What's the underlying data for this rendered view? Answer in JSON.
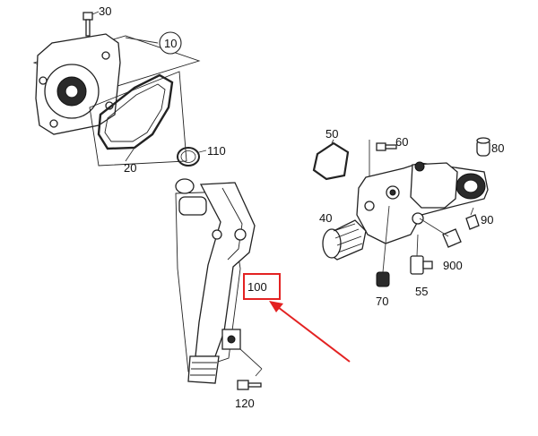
{
  "callouts": {
    "c30": "30",
    "c10": "10",
    "c20": "20",
    "c110": "110",
    "c50": "50",
    "c60": "60",
    "c80": "80",
    "c40": "40",
    "c90": "90",
    "c900": "900",
    "c70": "70",
    "c55": "55",
    "c100": "100",
    "c120": "120"
  },
  "colors": {
    "highlight": "#e32222",
    "line": "#222222"
  }
}
